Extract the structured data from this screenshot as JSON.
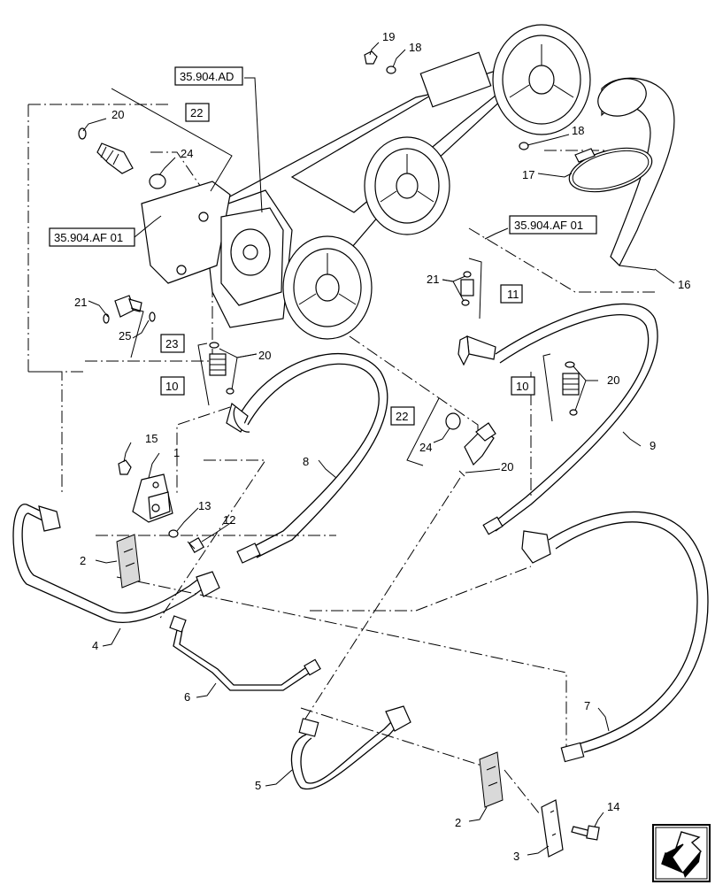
{
  "callouts": {
    "c1": "1",
    "c2a": "2",
    "c2b": "2",
    "c3": "3",
    "c4": "4",
    "c5": "5",
    "c6": "6",
    "c7": "7",
    "c8": "8",
    "c9": "9",
    "c12": "12",
    "c13": "13",
    "c14": "14",
    "c15": "15",
    "c16": "16",
    "c17": "17",
    "c18a": "18",
    "c18b": "18",
    "c19": "19",
    "c20a": "20",
    "c20b": "20",
    "c20c": "20",
    "c20d": "20",
    "c21a": "21",
    "c21b": "21",
    "c24a": "24",
    "c24b": "24",
    "c25": "25"
  },
  "boxed": {
    "b10a": "10",
    "b10b": "10",
    "b11": "11",
    "b22a": "22",
    "b22b": "22",
    "b23": "23"
  },
  "refs": {
    "ad": "35.904.AD",
    "af_left": "35.904.AF 01",
    "af_right": "35.904.AF 01"
  },
  "icons": {
    "nav": "next-page-arrow-icon"
  }
}
